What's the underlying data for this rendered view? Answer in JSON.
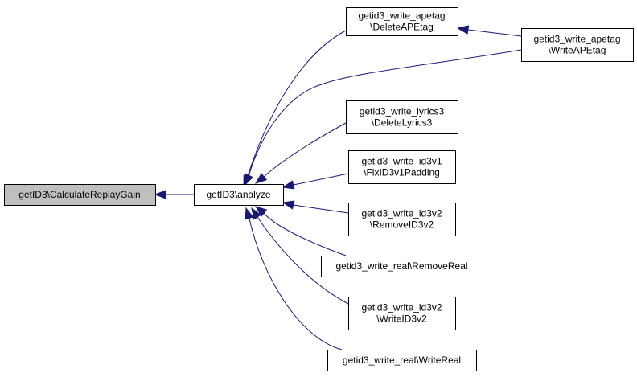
{
  "graph": {
    "colors": {
      "edge": "#191970",
      "current_node_fill": "#bfbfbf",
      "node_fill": "#ffffff",
      "node_border": "#000000"
    },
    "nodes": [
      {
        "id": "calc",
        "lines": [
          "getID3\\CalculateReplayGain"
        ],
        "current": true
      },
      {
        "id": "analyze",
        "lines": [
          "getID3\\analyze"
        ]
      },
      {
        "id": "deleteape",
        "lines": [
          "getid3_write_apetag",
          "\\DeleteAPEtag"
        ]
      },
      {
        "id": "writeape",
        "lines": [
          "getid3_write_apetag",
          "\\WriteAPEtag"
        ]
      },
      {
        "id": "dellyrics",
        "lines": [
          "getid3_write_lyrics3",
          "\\DeleteLyrics3"
        ]
      },
      {
        "id": "fixid3v1",
        "lines": [
          "getid3_write_id3v1",
          "\\FixID3v1Padding"
        ]
      },
      {
        "id": "removeid3v2",
        "lines": [
          "getid3_write_id3v2",
          "\\RemoveID3v2"
        ]
      },
      {
        "id": "removereal",
        "lines": [
          "getid3_write_real\\RemoveReal"
        ]
      },
      {
        "id": "writeid3v2",
        "lines": [
          "getid3_write_id3v2",
          "\\WriteID3v2"
        ]
      },
      {
        "id": "writereal",
        "lines": [
          "getid3_write_real\\WriteReal"
        ]
      }
    ],
    "edges": [
      {
        "from": "analyze",
        "to": "calc"
      },
      {
        "from": "deleteape",
        "to": "analyze"
      },
      {
        "from": "writeape",
        "to": "analyze"
      },
      {
        "from": "writeape",
        "to": "deleteape"
      },
      {
        "from": "dellyrics",
        "to": "analyze"
      },
      {
        "from": "fixid3v1",
        "to": "analyze"
      },
      {
        "from": "removeid3v2",
        "to": "analyze"
      },
      {
        "from": "removereal",
        "to": "analyze"
      },
      {
        "from": "writeid3v2",
        "to": "analyze"
      },
      {
        "from": "writereal",
        "to": "analyze"
      }
    ]
  }
}
